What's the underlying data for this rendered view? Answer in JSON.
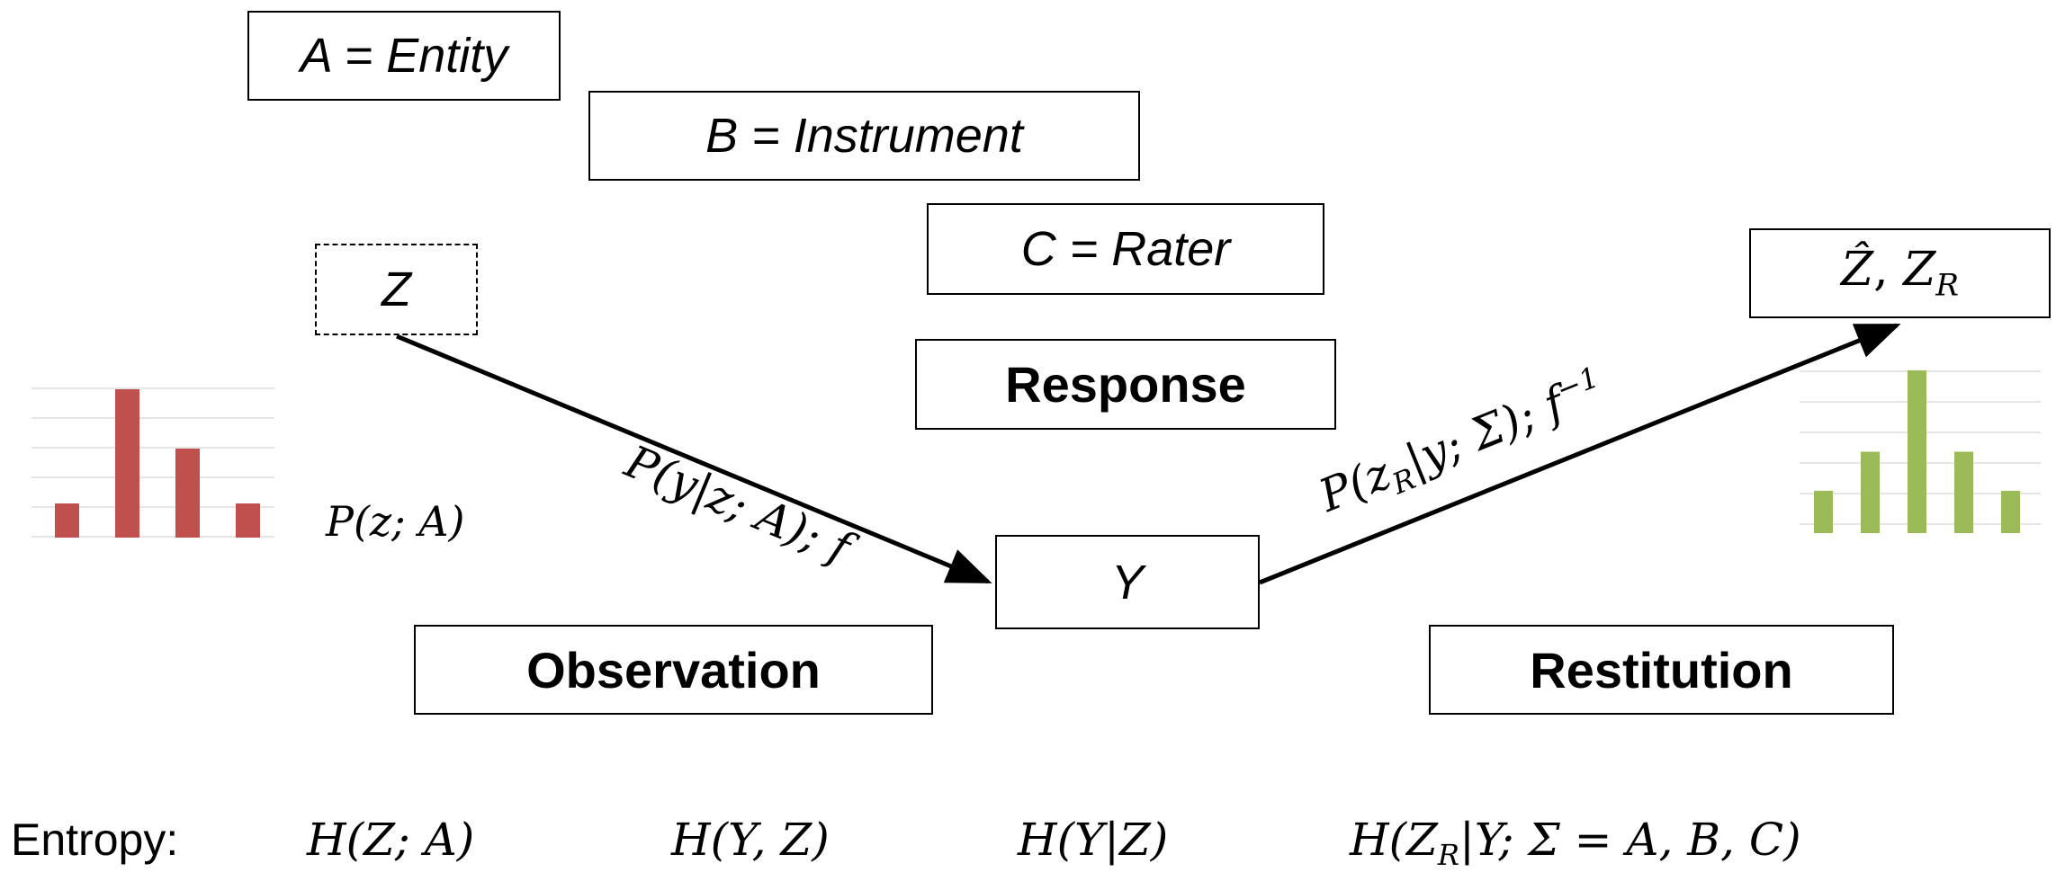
{
  "boxes": {
    "entity": "A = Entity",
    "instrument": "B = Instrument",
    "rater": "C = Rater",
    "response": "Response",
    "observation": "Observation",
    "restitution": "Restitution",
    "latent": "Z",
    "observed": "Y",
    "restored": "Ẑ, Z_R"
  },
  "math": {
    "prior": "P(z; A)",
    "forward": "P(y|z; A); f",
    "inverse": "P(z_R|y; Σ); f⁻¹"
  },
  "entropy": {
    "label": "Entropy:",
    "items": [
      "H(Z; A)",
      "H(Y, Z)",
      "H(Y|Z)",
      "H(Z_R|Y; Σ = A, B, C)"
    ]
  },
  "colors": {
    "red_bars": "#c0504d",
    "green_bars": "#9bbb59",
    "grid": "#e6e6e6"
  },
  "distributions": {
    "input": [
      0.23,
      1.0,
      0.6,
      0.23
    ],
    "output": [
      0.26,
      0.5,
      1.0,
      0.5,
      0.26
    ]
  }
}
